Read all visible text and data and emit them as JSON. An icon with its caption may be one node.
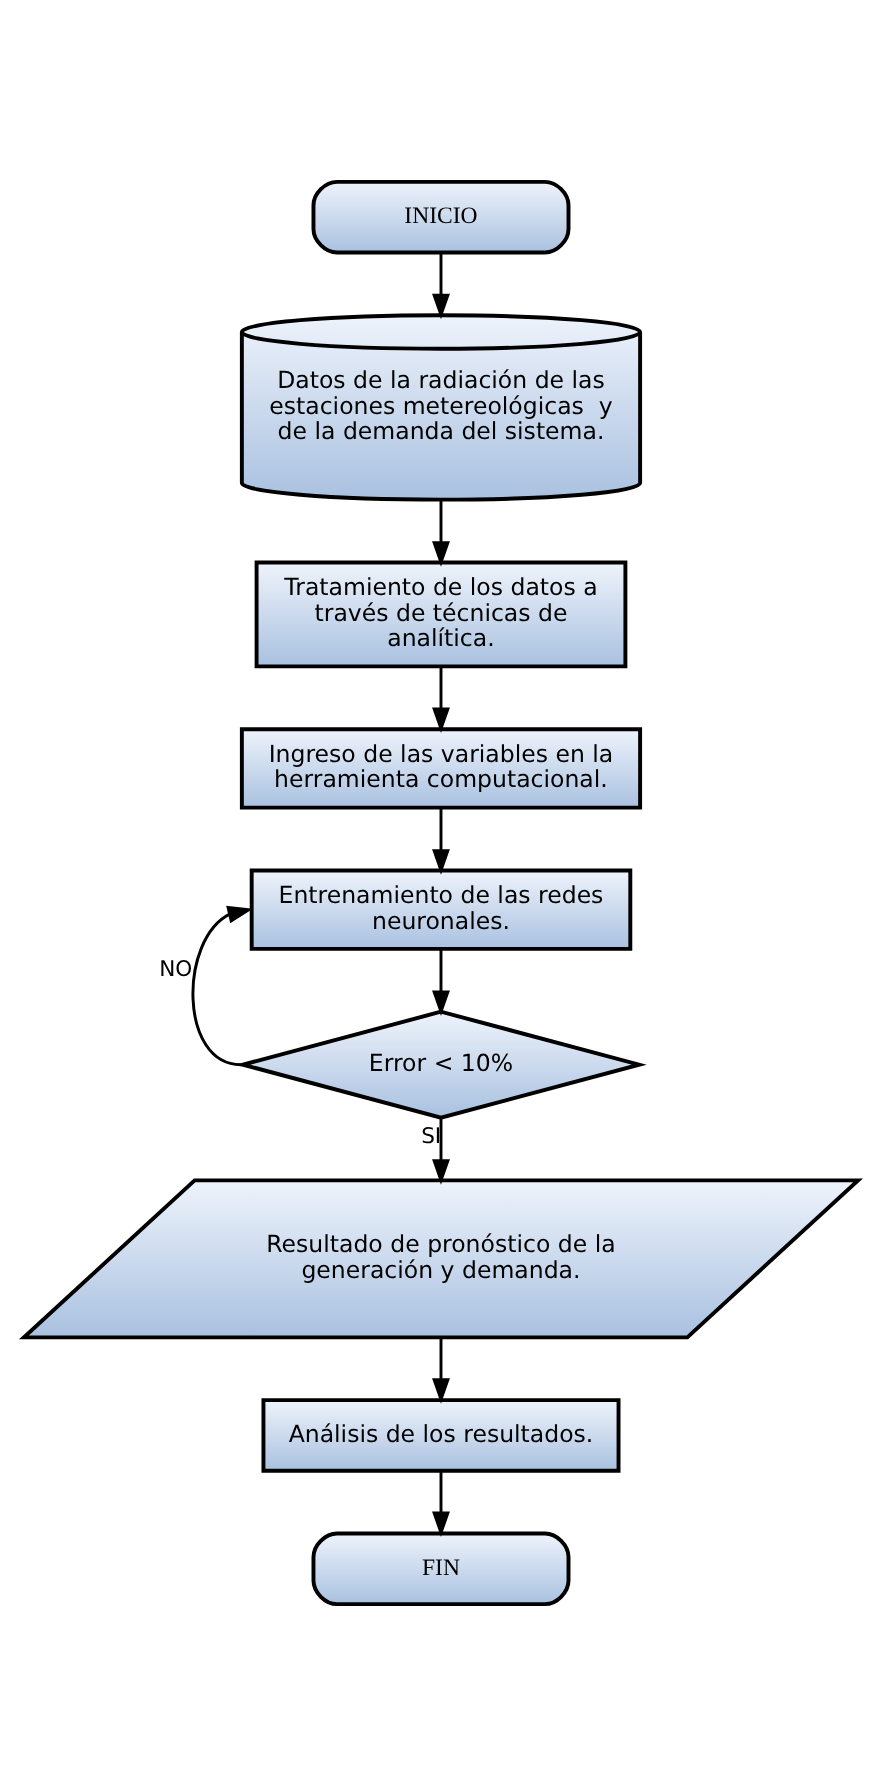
{
  "diagram": {
    "nodes": [
      {
        "text": [
          "INICIO"
        ]
      },
      {
        "text": [
          "Datos de la radiación de las estaciones metereológicas  y de la demanda del sistema."
        ]
      },
      {
        "text": [
          "Tratamiento de los datos a través de técnicas de analítica."
        ]
      },
      {
        "text": [
          "Ingreso de las variables en la herramienta computacional."
        ]
      },
      {
        "text": [
          "Entrenamiento de las redes neuronales."
        ]
      },
      {
        "text": [
          "Error < 10%"
        ]
      },
      {
        "text": [
          "Resultado de pronóstico de la generación y demanda."
        ]
      },
      {
        "text": [
          "Análisis de los resultados."
        ]
      },
      {
        "text": [
          "FIN"
        ]
      }
    ],
    "edges": [
      {
        "from": 0,
        "to": 1,
        "arrow": "to"
      },
      {
        "from": 1,
        "to": 2,
        "arrow": "to"
      },
      {
        "from": 2,
        "to": 3,
        "arrow": "to"
      },
      {
        "from": 3,
        "to": 4,
        "arrow": "to"
      },
      {
        "from": 4,
        "to": 5,
        "arrow": "to"
      },
      {
        "from": 5,
        "to": 4,
        "arrow": "to",
        "label": "NO"
      },
      {
        "from": 5,
        "to": 6,
        "arrow": "to",
        "label": "SI"
      },
      {
        "from": 6,
        "to": 7,
        "arrow": "to"
      },
      {
        "from": 7,
        "to": 8,
        "arrow": "to"
      }
    ]
  }
}
